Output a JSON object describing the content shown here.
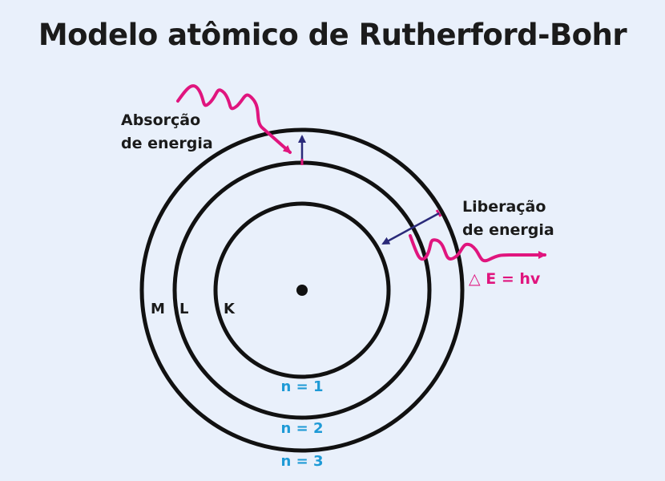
{
  "title": "Modelo atômico de Rutherford-Bohr",
  "absorption_label": [
    "Absorção",
    "de energia"
  ],
  "release_label": [
    "Liberação",
    "de energia"
  ],
  "energy_equation": "△ E = hv",
  "shells": [
    {
      "letter": "K",
      "level": "n = 1"
    },
    {
      "letter": "L",
      "level": "n = 2"
    },
    {
      "letter": "M",
      "level": "n = 3"
    }
  ],
  "colors": {
    "background": "#e9f0fb",
    "orbit": "#111111",
    "photon": "#e0157e",
    "electron_transition": "#2a2a7a",
    "level_label": "#1e9ad6",
    "text": "#1b1b1b"
  }
}
